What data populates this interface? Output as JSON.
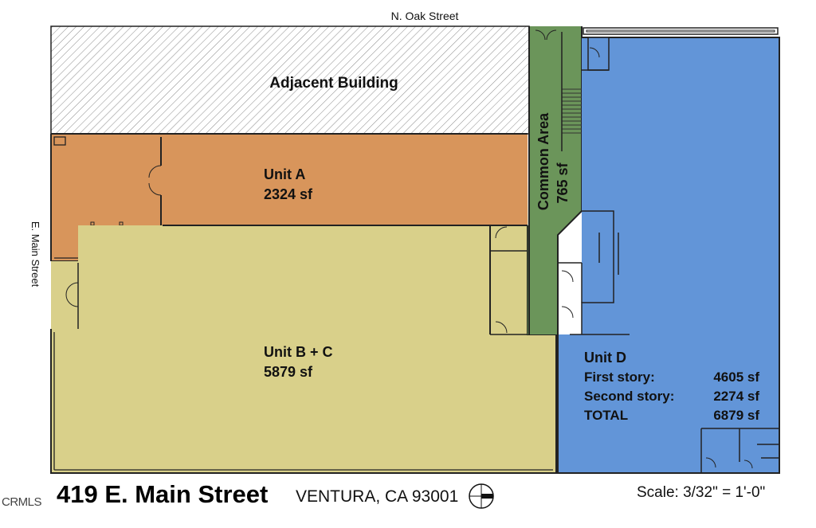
{
  "streets": {
    "north": "N. Oak Street",
    "west": "E. Main Street"
  },
  "areas": {
    "adjacent": {
      "label": "Adjacent Building"
    },
    "unit_a": {
      "name": "Unit A",
      "size": "2324 sf",
      "color": "#d8955b"
    },
    "unit_bc": {
      "name": "Unit B + C",
      "size": "5879 sf",
      "color": "#d9d08a"
    },
    "common": {
      "name": "Common Area",
      "size": "765 sf",
      "color": "#6b955a"
    },
    "unit_d": {
      "name": "Unit D",
      "rows": [
        {
          "label": "First story:",
          "value": "4605 sf"
        },
        {
          "label": "Second story:",
          "value": "2274 sf"
        },
        {
          "label": "TOTAL",
          "value": "6879 sf"
        }
      ],
      "color": "#6295d8"
    }
  },
  "footer": {
    "logo": "CRMLS",
    "address": "419 E. Main Street",
    "city": "VENTURA, CA 93001",
    "scale": "Scale: 3/32\" = 1'-0\""
  },
  "icons": {
    "north_arrow": "north-arrow-icon"
  }
}
